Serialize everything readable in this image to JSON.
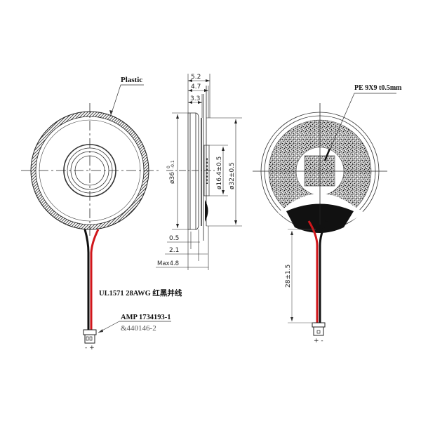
{
  "drawing": {
    "front_view": {
      "material_label": "Plastic"
    },
    "side_view": {
      "dims_top": [
        "5.2",
        "4.7",
        "3.3"
      ],
      "dia_outer": "ø36",
      "dia_outer_tol_upper": "0",
      "dia_outer_tol_lower": "-0.1",
      "dia_magnet": "ø16.4±0.5",
      "dia_inner": "ø32±0.5",
      "dims_bottom": [
        "0.5",
        "2.1",
        "Max4.8"
      ]
    },
    "back_view": {
      "pad_label": "PE 9X9 t0.5mm",
      "lead_length": "28±1.5",
      "polarity": "+ -"
    },
    "wire": {
      "spec": "UL1571 28AWG 红黑并线",
      "connector": "AMP 1734193-1",
      "connector_alt": "&440146-2",
      "polarity": "- +"
    },
    "colors": {
      "red_wire": "#d0161b",
      "black_wire": "#111111",
      "line": "#222222"
    }
  }
}
